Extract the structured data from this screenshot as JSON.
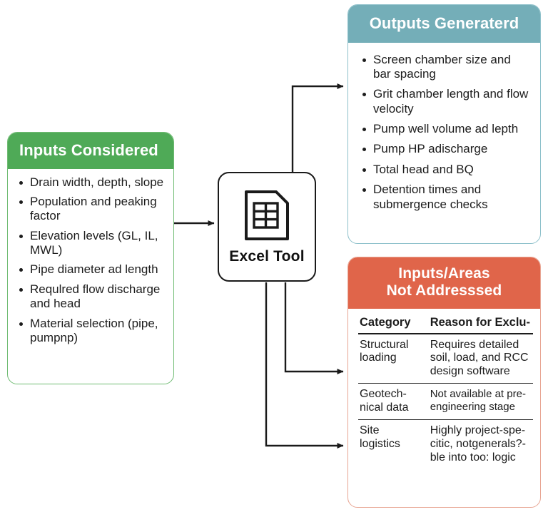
{
  "diagram": {
    "title": "Excel Tool scope diagram",
    "colors": {
      "inputs_header": "#4faa57",
      "inputs_border": "#6fbb72",
      "outputs_header": "#74aeb8",
      "outputs_border": "#8dc0ca",
      "not_addressed_header": "#e0654a",
      "not_addressed_border": "#e8a593",
      "connector": "#1a1a1a",
      "text": "#1c1c1c",
      "background": "#ffffff"
    }
  },
  "inputs": {
    "header": "Inputs Considered",
    "items": [
      "Drain width, depth, slope",
      "Population and peaking factor",
      "Elevation levels (GL, IL, MWL)",
      "Pipe diameter ad length",
      "Requlred flow discharge and head",
      "Material selection (pipe, pumpnp)"
    ]
  },
  "tool": {
    "label": "Excel Tool",
    "icon": "spreadsheet-icon"
  },
  "outputs": {
    "header": "Outputs Generaterd",
    "items": [
      "Screen chamber size and bar spacing",
      "Grit chamber length and flow velocity",
      "Pump well volume ad lepth",
      "Pump HP adischarge",
      "Total head and BQ",
      "Detention times and submergence checks"
    ]
  },
  "not_addressed": {
    "header_line1": "Inputs/Areas",
    "header_line2": "Not Addresssed",
    "table": {
      "columns": [
        "Category",
        "Reason for Exclu-"
      ],
      "rows": [
        {
          "category": "Structural loading",
          "reason": "Requires detailed soil, load, and RCC design software"
        },
        {
          "category": "Geotech- nical data",
          "reason": "Not available at pre-engineering stage"
        },
        {
          "category": "Site logistics",
          "reason": "Highly project-spe- citic, notgenerals?- ble into too: logic"
        }
      ]
    }
  },
  "connectors": [
    {
      "name": "inputs-to-tool",
      "from": "inputs",
      "to": "tool"
    },
    {
      "name": "tool-to-outputs",
      "from": "tool",
      "to": "outputs"
    },
    {
      "name": "tool-to-structural",
      "from": "tool",
      "to": "not_addressed"
    },
    {
      "name": "tool-to-site",
      "from": "tool",
      "to": "not_addressed"
    }
  ]
}
